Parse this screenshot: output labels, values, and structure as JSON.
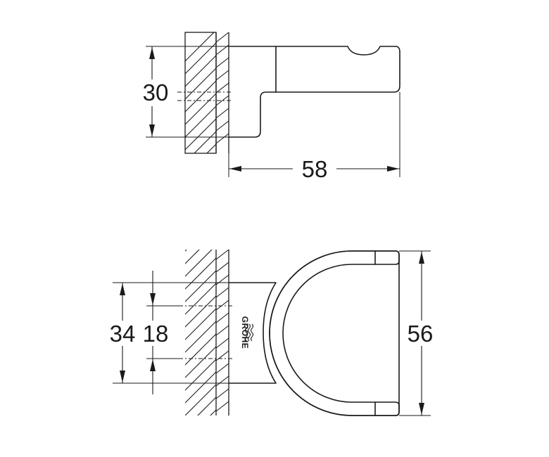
{
  "side_view": {
    "height_label": "30",
    "depth_label": "58"
  },
  "front_view": {
    "outer_height_label": "34",
    "inner_height_label": "18",
    "total_height_label": "56",
    "brand_logo": "GROHE"
  }
}
